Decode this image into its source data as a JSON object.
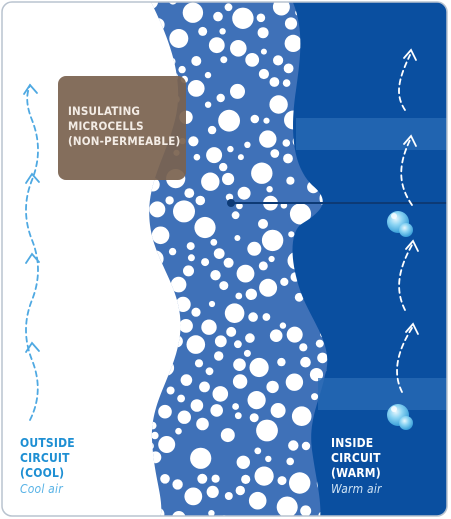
{
  "insulating_label": {
    "lines": [
      "INSULATING",
      "MICROCELLS",
      "(NON-PERMEABLE)"
    ]
  },
  "outside_circuit": {
    "lines": [
      "OUTSIDE",
      "CIRCUIT",
      "(COOL)"
    ],
    "sub": "Cool air"
  },
  "inside_circuit": {
    "lines": [
      "INSIDE",
      "CIRCUIT",
      "(WARM)"
    ],
    "sub": "Warm air"
  },
  "colors": {
    "cool_side_background": "#ffffff",
    "membrane_blue": "#3f71b8",
    "warm_side_background": "#0a4fa0",
    "stripe_blue": "#2a6bb5",
    "cool_air_arrows": "#4fa9e2",
    "warm_air_arrows": "#ffffff",
    "insulating_label_bg": "#7a624e",
    "droplet": "#6cc6ef"
  },
  "icons": [
    "cool-air-arrow-icon",
    "warm-air-arrow-icon",
    "water-droplet-icon",
    "pointer-dot-icon"
  ]
}
